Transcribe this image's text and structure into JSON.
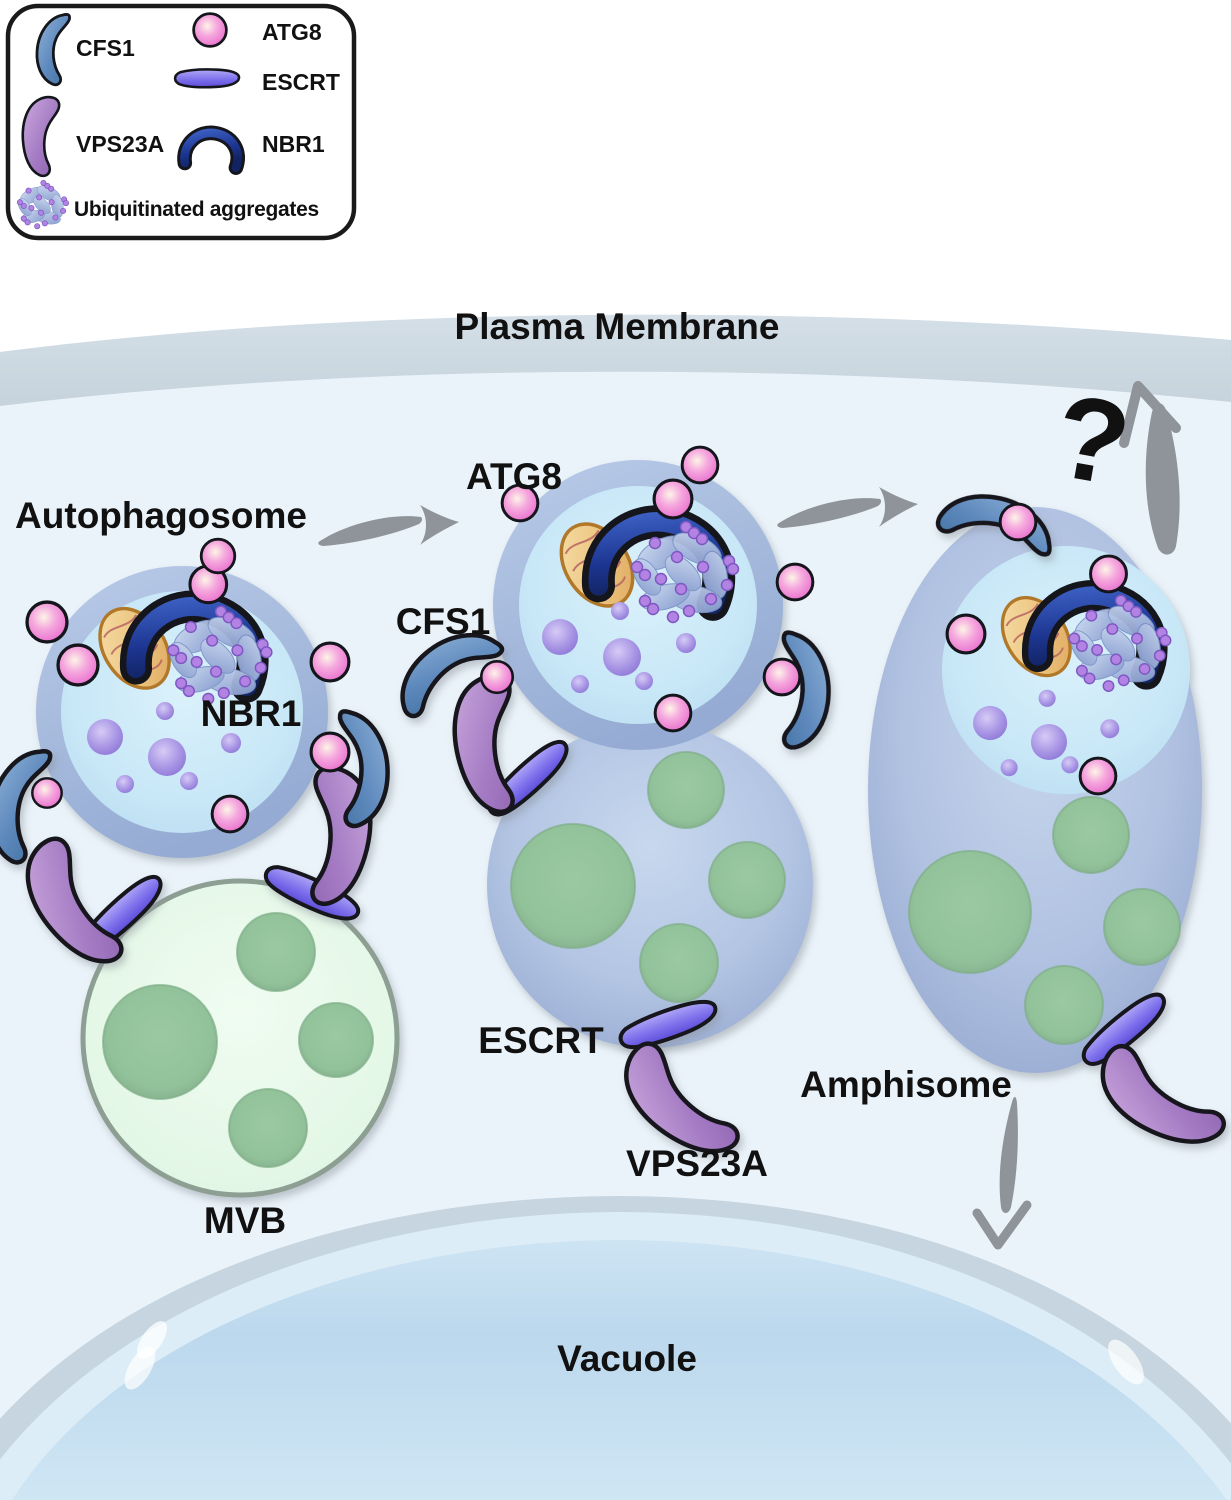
{
  "legend": {
    "items": [
      {
        "id": "cfs1",
        "label": "CFS1"
      },
      {
        "id": "atg8",
        "label": "ATG8"
      },
      {
        "id": "vps23a",
        "label": "VPS23A"
      },
      {
        "id": "escrt",
        "label": "ESCRT"
      },
      {
        "id": "nbr1",
        "label": "NBR1"
      },
      {
        "id": "ubiquitinated_aggregates",
        "label": "Ubiquitinated aggregates"
      }
    ]
  },
  "labels": {
    "plasma_membrane": "Plasma Membrane",
    "autophagosome": "Autophagosome",
    "atg8": "ATG8",
    "cfs1": "CFS1",
    "nbr1": "NBR1",
    "mvb": "MVB",
    "escrt": "ESCRT",
    "vps23a": "VPS23A",
    "amphisome": "Amphisome",
    "vacuole": "Vacuole",
    "question_mark": "?"
  },
  "colors": {
    "cfs1": "#5d88bc",
    "atg8": "#ec6fca",
    "vps23a": "#a57cc4",
    "escrt": "#7e71ec",
    "nbr1": "#1c3590",
    "aggregates": "#8fa5d5",
    "mitochondrion": "#e3b269",
    "vesicle": "#9b86dc",
    "mvb_fill": "#e5f8e7",
    "mvb_cargo": "#92c29a",
    "autophagosome_rim": "#a6bcde",
    "autophagosome_lumen": "#cde9f7",
    "body_fill": "#aabdde",
    "plasma_membrane": "#cdd9e2",
    "cytoplasm": "#ebf3fa",
    "vacuole": "#bfdaee",
    "arrow": "#8e9499",
    "outline": "#14161c",
    "label": "#111111"
  }
}
